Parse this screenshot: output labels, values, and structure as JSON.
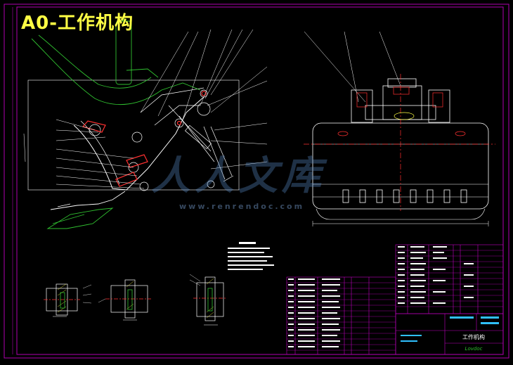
{
  "sheet_title": "A0-工作机构",
  "watermark": {
    "main": "人人文库",
    "url": "www.renrendoc.com"
  },
  "title_block": {
    "drawing_name": "工作机构",
    "logo": "Lovdoc"
  },
  "colors": {
    "background": "#000000",
    "frame": "#b000b0",
    "title": "#ffff44",
    "drawing": "#ffffff",
    "accent_red": "#ff3030",
    "accent_green": "#30c030",
    "accent_yellow": "#ffff44",
    "table_line": "#c000c0"
  }
}
